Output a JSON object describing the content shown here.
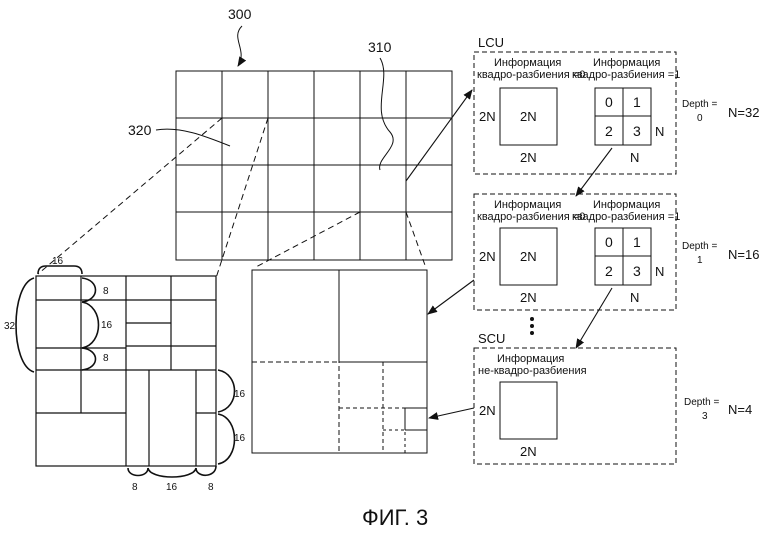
{
  "refs": {
    "picture": "300",
    "lcu_block": "310",
    "region": "320"
  },
  "lcu": {
    "title": "LCU",
    "info_label": "Информация",
    "split0_suffix": "квадро-разбиения =0",
    "split1_suffix": "квадро-разбиения =1",
    "dim_2n": "2N",
    "dim_n": "N",
    "quads": [
      "0",
      "1",
      "2",
      "3"
    ],
    "depth_label": "Depth =",
    "depth_value": "0",
    "n_value": "N=32"
  },
  "level1": {
    "info_label": "Информация",
    "split0_suffix": "квадро-разбиения =0",
    "split1_suffix": "квадро-разбиения =1",
    "dim_2n": "2N",
    "dim_n": "N",
    "quads": [
      "0",
      "1",
      "2",
      "3"
    ],
    "depth_label": "Depth =",
    "depth_value": "1",
    "n_value": "N=16"
  },
  "scu": {
    "title": "SCU",
    "info_label": "Информация",
    "nosplit_suffix": "не-квадро-разбиения",
    "dim_2n": "2N",
    "depth_label": "Depth =",
    "depth_value": "3",
    "n_value": "N=4"
  },
  "sizes": {
    "top16": "16",
    "left32": "32",
    "r8a": "8",
    "r16": "16",
    "r8b": "8",
    "b8a": "8",
    "b16": "16",
    "b8b": "8",
    "side16a": "16",
    "side16b": "16"
  },
  "caption": "ФИГ. 3"
}
